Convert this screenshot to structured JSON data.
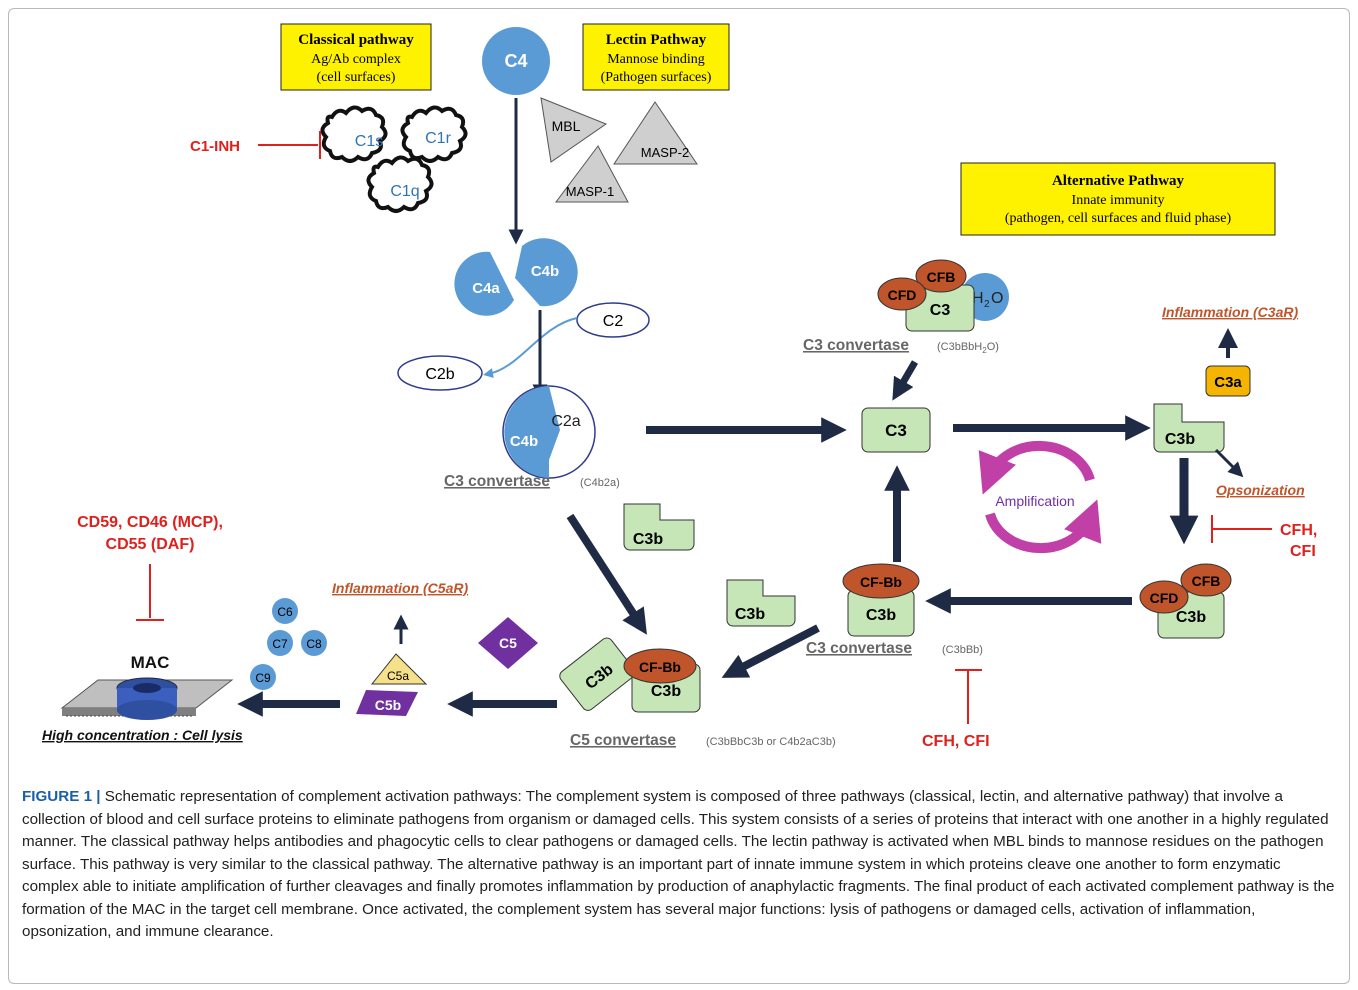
{
  "boxes": {
    "classical": {
      "title": "Classical pathway",
      "line1": "Ag/Ab complex",
      "line2": "(cell surfaces)"
    },
    "lectin": {
      "title": "Lectin Pathway",
      "line1": "Mannose binding",
      "line2": "(Pathogen surfaces)"
    },
    "alternative": {
      "title": "Alternative Pathway",
      "line1": "Innate immunity",
      "line2": "(pathogen, cell surfaces and fluid phase)"
    }
  },
  "molecules": {
    "c4": "C4",
    "mbl": "MBL",
    "masp2": "MASP-2",
    "masp1": "MASP-1",
    "c1s": "C1s",
    "c1r": "C1r",
    "c1q": "C1q",
    "c4a": "C4a",
    "c4b": "C4b",
    "c2": "C2",
    "c2b": "C2b",
    "c2a": "C2a",
    "c3": "C3",
    "c3a": "C3a",
    "c3b": "C3b",
    "cfd": "CFD",
    "cfb": "CFB",
    "cfbb": "CF-Bb",
    "h2o_h": "H",
    "h2o_sub": "2",
    "h2o_o": "O",
    "c5": "C5",
    "c5a": "C5a",
    "c5b": "C5b",
    "c6": "C6",
    "c7": "C7",
    "c8": "C8",
    "c9": "C9",
    "mac": "MAC"
  },
  "inhibitors": {
    "c1inh": "C1-INH",
    "membrane_line1": "CD59, CD46 (MCP),",
    "membrane_line2": "CD55 (DAF)",
    "cfh_cfi": "CFH, CFI",
    "cfh_line1": "CFH,",
    "cfh_line2": "CFI"
  },
  "labels": {
    "c3_convertase_classical": "C3 convertase",
    "c3_convertase_classical_sub": "(C4b2a)",
    "c3_convertase_alt": "C3 convertase",
    "c3_convertase_alt_sub": "(C3bBb)",
    "c3_convertase_fluid": "C3 convertase",
    "c3_convertase_fluid_sub_a": "(C3bBbH",
    "c3_convertase_fluid_sub_b": "2",
    "c3_convertase_fluid_sub_c": "O)",
    "c5_convertase": "C5 convertase",
    "c5_convertase_sub": "(C3bBbC3b or C4b2aC3b)",
    "inflammation_c3ar": "Inflammation (C3aR)",
    "inflammation_c5ar": "Inflammation (C5aR)",
    "opsonization": "Opsonization",
    "amplification": "Amplification",
    "cell_lysis": "High concentration : Cell lysis"
  },
  "caption": {
    "label": "FIGURE 1 |",
    "text": "Schematic representation of complement activation pathways: The complement system is composed of three pathways (classical, lectin, and alternative pathway) that involve a collection of blood and cell surface proteins to eliminate pathogens from organism or damaged cells. This system consists of a series of proteins that interact with one another in a highly regulated manner. The classical pathway helps antibodies and phagocytic cells to clear pathogens or damaged cells. The lectin pathway is activated when MBL binds to mannose residues on the pathogen surface. This pathway is very similar to the classical pathway. The alternative pathway is an important part of innate immune system in which proteins cleave one another to form enzymatic complex able to initiate amplification of further cleavages and finally promotes inflammation by production of anaphylactic fragments. The final product of each activated complement pathway is the formation of the MAC in the target cell membrane. Once activated, the complement system has several major functions: lysis of pathogens or damaged cells, activation of inflammation, opsonization, and immune clearance."
  },
  "colors": {
    "blue": "#5b9bd5",
    "green": "#c6e6b8",
    "orange": "#c0552b",
    "yellow": "#fff200",
    "purple": "#7030a0",
    "red": "#e0201d",
    "navy": "#1f2a44"
  }
}
